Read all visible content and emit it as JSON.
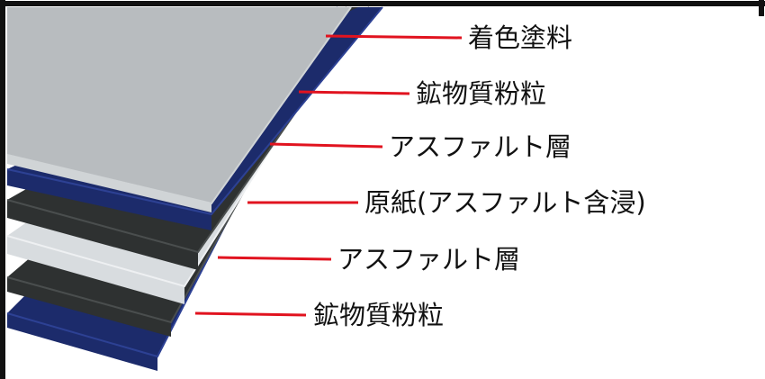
{
  "colors": {
    "frame": "#111111",
    "leader_line": "#e1131f",
    "navy": "#1c2b6b",
    "navy_edge": "#2d4194",
    "dark_gray": "#2e3131",
    "dark_gray_edge": "#4a4e4e",
    "light_gray": "#d8dcdf",
    "light_gray_edge": "#eef0f2",
    "top_surface": "#b8bcbf",
    "top_surface_edge": "#d0d4d6"
  },
  "labels": [
    {
      "id": "colored-coating",
      "text": "着色塗料"
    },
    {
      "id": "mineral-granules-top",
      "text": "鉱物質粉粒"
    },
    {
      "id": "asphalt-layer-top",
      "text": "アスファルト層"
    },
    {
      "id": "base-paper",
      "text": "原紙(アスファルト含浸)"
    },
    {
      "id": "asphalt-layer-bottom",
      "text": "アスファルト層"
    },
    {
      "id": "mineral-granules-bottom",
      "text": "鉱物質粉粒"
    }
  ]
}
